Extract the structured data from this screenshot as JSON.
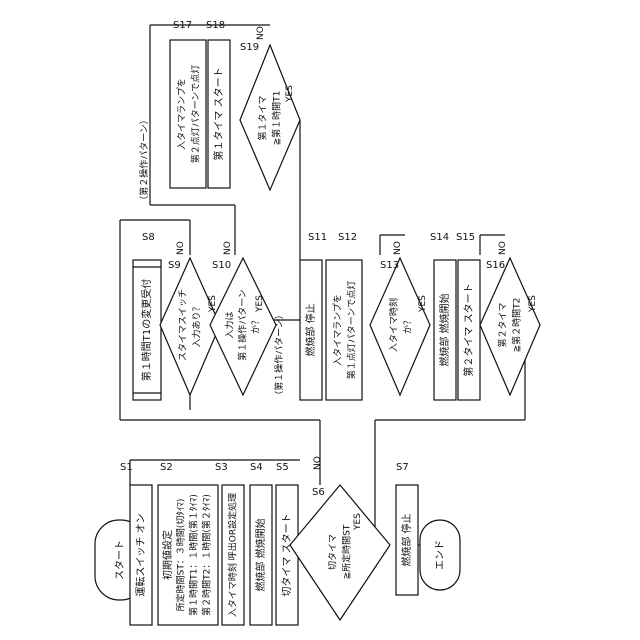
{
  "steps": {
    "start": "スタート",
    "end": "エンド",
    "s1": {
      "label": "S1",
      "text": "運転スイッチ オン"
    },
    "s2": {
      "label": "S2",
      "lines": [
        "初期値設定",
        "所定時間ST：３時間(切ﾀｲﾏ)",
        "第１時間T1：１時間(第１ﾀｲﾏ)",
        "第２時間T2：１時間(第２ﾀｲﾏ)"
      ]
    },
    "s3": {
      "label": "S3",
      "text": "入タイマ時刻 呼出OR設定処理"
    },
    "s4": {
      "label": "S4",
      "text": "燃焼部 燃焼開始"
    },
    "s5": {
      "label": "S5",
      "text": "切タイマ スタート"
    },
    "s6": {
      "label": "S6",
      "lines": [
        "切タイマ",
        "≧所定時間ST"
      ],
      "yes": "YES",
      "no": "NO"
    },
    "s7": {
      "label": "S7",
      "text": "燃焼部 停止"
    },
    "s8": {
      "label": "S8",
      "text": "第１時間T1の変更受付"
    },
    "s9": {
      "label": "S9",
      "lines": [
        "スタイマスイッチ",
        "入力あり？"
      ],
      "yes": "YES",
      "no": "NO"
    },
    "s10": {
      "label": "S10",
      "lines": [
        "入力は",
        "第１操作パターン",
        "か？"
      ],
      "yes": "YES",
      "no": "NO"
    },
    "s11": {
      "label": "S11",
      "text": "燃焼部 停止"
    },
    "s12": {
      "label": "S12",
      "lines": [
        "入タイマランプを",
        "第１点灯パターンで点灯"
      ]
    },
    "s13": {
      "label": "S13",
      "lines": [
        "入タイマ時刻",
        "か？"
      ],
      "yes": "YES",
      "no": "NO"
    },
    "s14": {
      "label": "S14",
      "text": "燃焼部 燃焼開始"
    },
    "s15": {
      "label": "S15",
      "text": "第２タイマ スタート"
    },
    "s16": {
      "label": "S16",
      "lines": [
        "第２タイマ",
        "≧第２時間T2"
      ],
      "yes": "YES",
      "no": "NO"
    },
    "s17": {
      "label": "S17",
      "lines": [
        "入タイマランプを",
        "第２点灯パターンで点灯"
      ]
    },
    "s18": {
      "label": "S18",
      "text": "第１タイマ スタート"
    },
    "s19": {
      "label": "S19",
      "lines": [
        "第１タイマ",
        "≧第１時間T1"
      ],
      "yes": "YES",
      "no": "NO"
    }
  },
  "branch_labels": {
    "pattern1": "（第１操作パターン）",
    "pattern2": "（第２操作パターン）"
  }
}
